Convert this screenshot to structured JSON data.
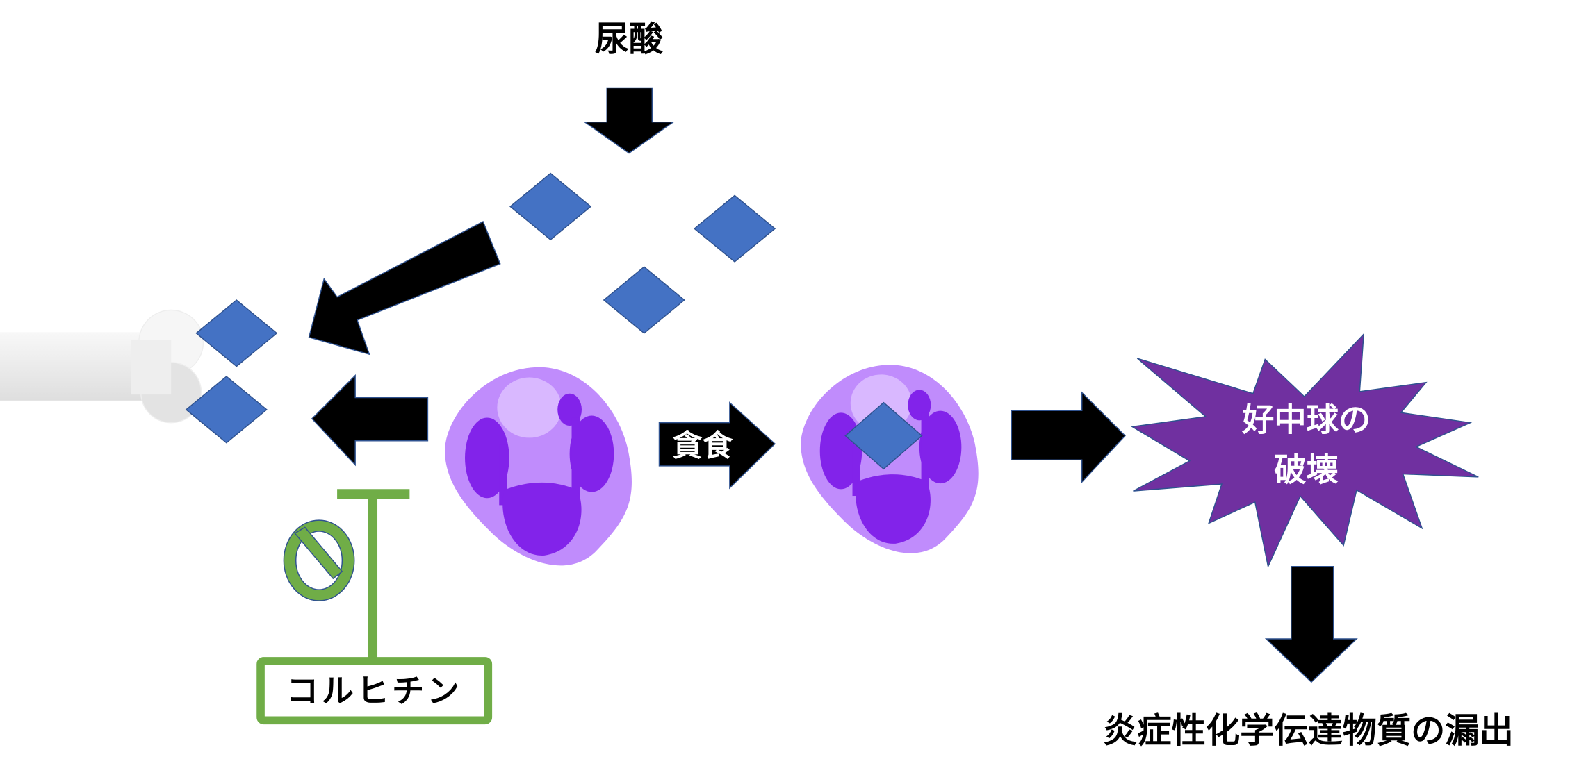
{
  "title": "尿酸",
  "phagocytosis_label": "貪食",
  "destruction_label": [
    "好中球の",
    "破壊"
  ],
  "result_label": "炎症性化学伝達物質の漏出",
  "drug_label": "コルヒチン",
  "colors": {
    "crystal": "#4472C4",
    "arrow": "#000000",
    "burst": "#7030A0",
    "inhibit": "#70AD47",
    "cell_cytoplasm": "#C08CFC",
    "cell_nucleus": "#8223EA",
    "cell_vacuole": "#D9B8FF"
  },
  "icons": [
    "bone-icon",
    "neutrophil-icon",
    "prohibited-icon",
    "uric-acid-crystal-icon"
  ]
}
